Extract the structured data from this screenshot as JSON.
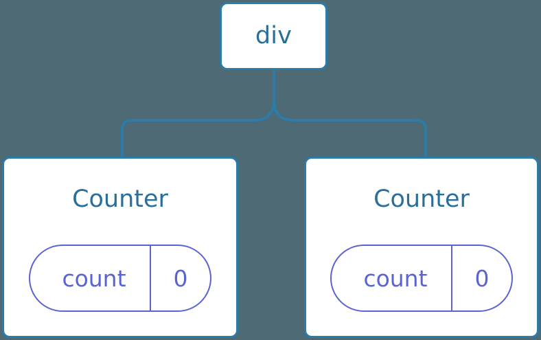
{
  "diagram": {
    "type": "component-tree",
    "background_color": "#4d6a75",
    "node_border_color": "#2d7ba8",
    "node_fill_color": "#ffffff",
    "node_label_color": "#2a6f98",
    "connector_color": "#2d7ba8",
    "state_accent_color": "#5b63d3"
  },
  "root": {
    "label": "div"
  },
  "children": [
    {
      "title": "Counter",
      "state": {
        "key": "count",
        "value": "0"
      }
    },
    {
      "title": "Counter",
      "state": {
        "key": "count",
        "value": "0"
      }
    }
  ],
  "connectors": [
    {
      "from": "div",
      "to": "Counter-left"
    },
    {
      "from": "div",
      "to": "Counter-right"
    }
  ]
}
